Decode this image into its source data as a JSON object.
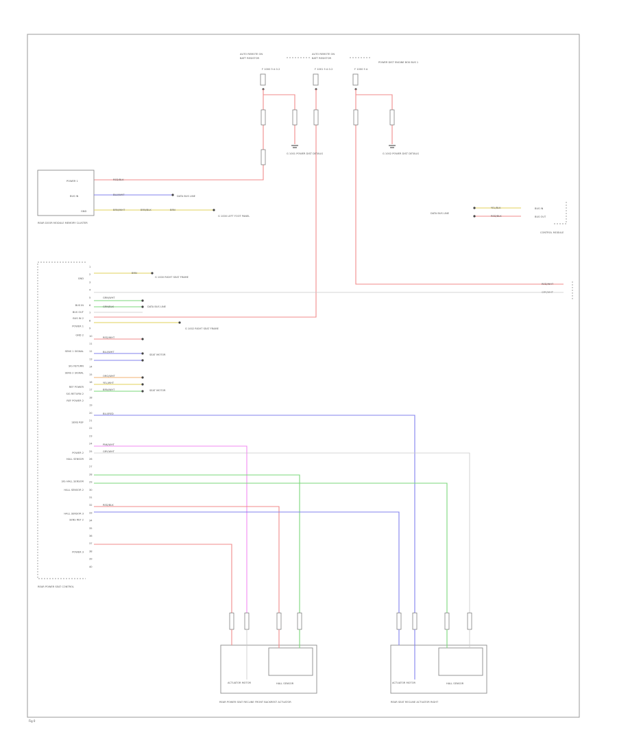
{
  "page_id": "Fig 0",
  "colors": {
    "red": "#f08a8a",
    "blue": "#8080ee",
    "green": "#7ad77a",
    "yellow": "#e2d25a",
    "pink": "#f28af2",
    "gray": "#c8c8c8",
    "orange": "#f2b070",
    "frame": "#9a9a9a"
  },
  "top": {
    "left_bus_label": "AUTO REMOTE ON",
    "left_bus_sub": "BATT RESISTOR",
    "right_bus_label": "AUTO REMOTE ON",
    "right_bus_sub": "BATT RESISTOR",
    "fuse_1": "F 1000 5 A 0-2",
    "fuse_2": "F 1001 5 A 0-2",
    "fuse_3": "F 1000 5 A",
    "power_note": "POWER DIST ENGINE BOX BUS 1",
    "ground_1": "G 1001 POWER DIST DETAILS",
    "ground_2": "G 1002 POWER DIST DETAILS"
  },
  "module_left_top": {
    "pins": [
      "POWER 1",
      "BUS IN",
      "GND"
    ],
    "caption": "REAR DOOR MODULE MEMORY CLUSTER",
    "wire_1": "RED/BLK",
    "wire_2": "BLU/WHT",
    "wire_3": "BRN/WHT",
    "wire_3b": "BRN/BLK",
    "wire_3c": "BRN",
    "dest_1": "DATA BUS LINE",
    "dest_2": "G 1000 LEFT FOOT PANEL"
  },
  "right_connector": {
    "pins": [
      "BUS IN",
      "BUS OUT"
    ],
    "wire_1": "YEL/BLK",
    "wire_2": "RED/BLK",
    "src": "DATA BUS LINE",
    "caption": "CONTROL MODULE",
    "wire_out_1": "RED/WHT",
    "wire_out_2": "GRY/WHT"
  },
  "module_left_main": {
    "pins": [
      "GND",
      "BUS IN",
      "BUS OUT",
      "BUS IN 2",
      "POWER 1",
      "GND 2",
      "SENS 1 SIGNAL",
      "SIG RETURN",
      "SENS 2 SIGNAL",
      "REF POWER",
      "SIG RETURN 2",
      "REF POWER 2",
      "SENS REF",
      "POWER 2",
      "HALL SENSOR",
      "SIG HALL SENSOR",
      "HALL SENSOR 2",
      "HALL SENSOR 3",
      "SENS REF 2",
      "POWER 3"
    ],
    "pin_numbers": [
      "1",
      "2",
      "3",
      "4",
      "5",
      "6",
      "7",
      "8",
      "9",
      "10",
      "11",
      "12",
      "13",
      "14",
      "15",
      "16",
      "17",
      "18",
      "19",
      "20",
      "21",
      "22",
      "23",
      "24",
      "25",
      "26",
      "27",
      "28",
      "29",
      "30",
      "31",
      "32",
      "33",
      "34",
      "35",
      "36",
      "37",
      "38",
      "39",
      "40"
    ],
    "caption": "REAR POWER SEAT CONTROL",
    "gnd_wire": "BRN",
    "gnd_dest": "G 1000 RIGHT SEAT FRAME",
    "bus_dest": "DATA BUS LINE",
    "gnd2_dest": "G 1002 RIGHT SEAT FRAME",
    "sens_dest_1": "SEAT MOTOR",
    "sens_dest_2": "SEAT MOTOR"
  },
  "wire_codes": {
    "w_grn": "GRN/WHT",
    "w_grn2": "GRN/BLK",
    "w_blu": "BLU/WHT",
    "w_blu2": "BLU/RED",
    "w_red": "RED/WHT",
    "w_red2": "RED/BLK",
    "w_pnk": "PNK/WHT",
    "w_gry": "GRY/WHT",
    "w_org": "ORG/WHT",
    "w_yel": "YEL/WHT",
    "w_brn": "BRN/WHT"
  },
  "actuator_left": {
    "caption": "REAR POWER SEAT RECLINE FRONT BACKREST ACTUATOR",
    "actuator_label": "ACTUATOR MOTOR",
    "hall_label": "HALL SENSOR"
  },
  "actuator_right": {
    "caption": "REAR SEAT RECLINE ACTUATOR RIGHT",
    "actuator_label": "ACTUATOR MOTOR",
    "hall_label": "HALL SENSOR"
  }
}
